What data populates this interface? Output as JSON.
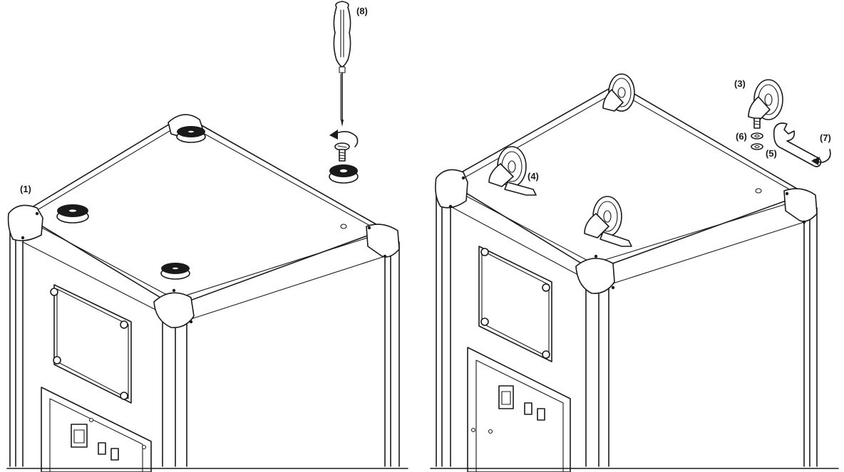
{
  "figure": {
    "left_panel": {
      "callouts": {
        "frame": "(1)",
        "screwdriver": "(8)"
      }
    },
    "right_panel": {
      "callouts": {
        "caster_removed": "(3)",
        "caster_brake": "(4)",
        "nut": "(5)",
        "washer": "(6)",
        "wrench": "(7)"
      }
    }
  }
}
